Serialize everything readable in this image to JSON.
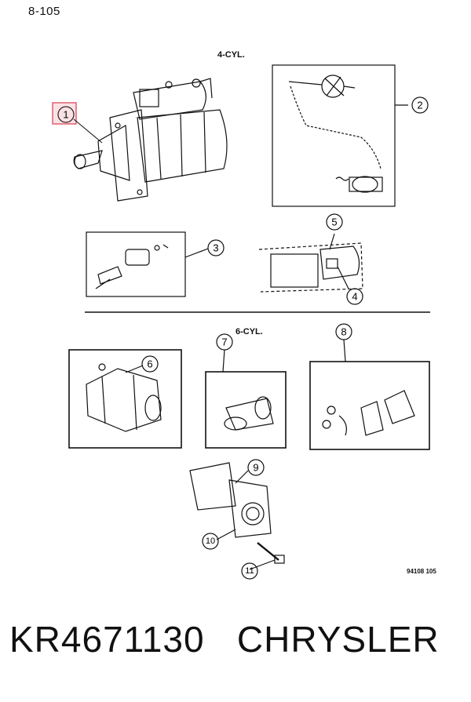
{
  "page_ref": "8-105",
  "sections": {
    "four_cyl": "4-CYL.",
    "six_cyl": "6-CYL."
  },
  "callouts": [
    "1",
    "2",
    "3",
    "4",
    "5",
    "6",
    "7",
    "8",
    "9",
    "10",
    "11"
  ],
  "highlight_color": "#e06070",
  "figure_code": "94108  105",
  "footer": {
    "part_number": "KR4671130",
    "brand": "CHRYSLER"
  }
}
